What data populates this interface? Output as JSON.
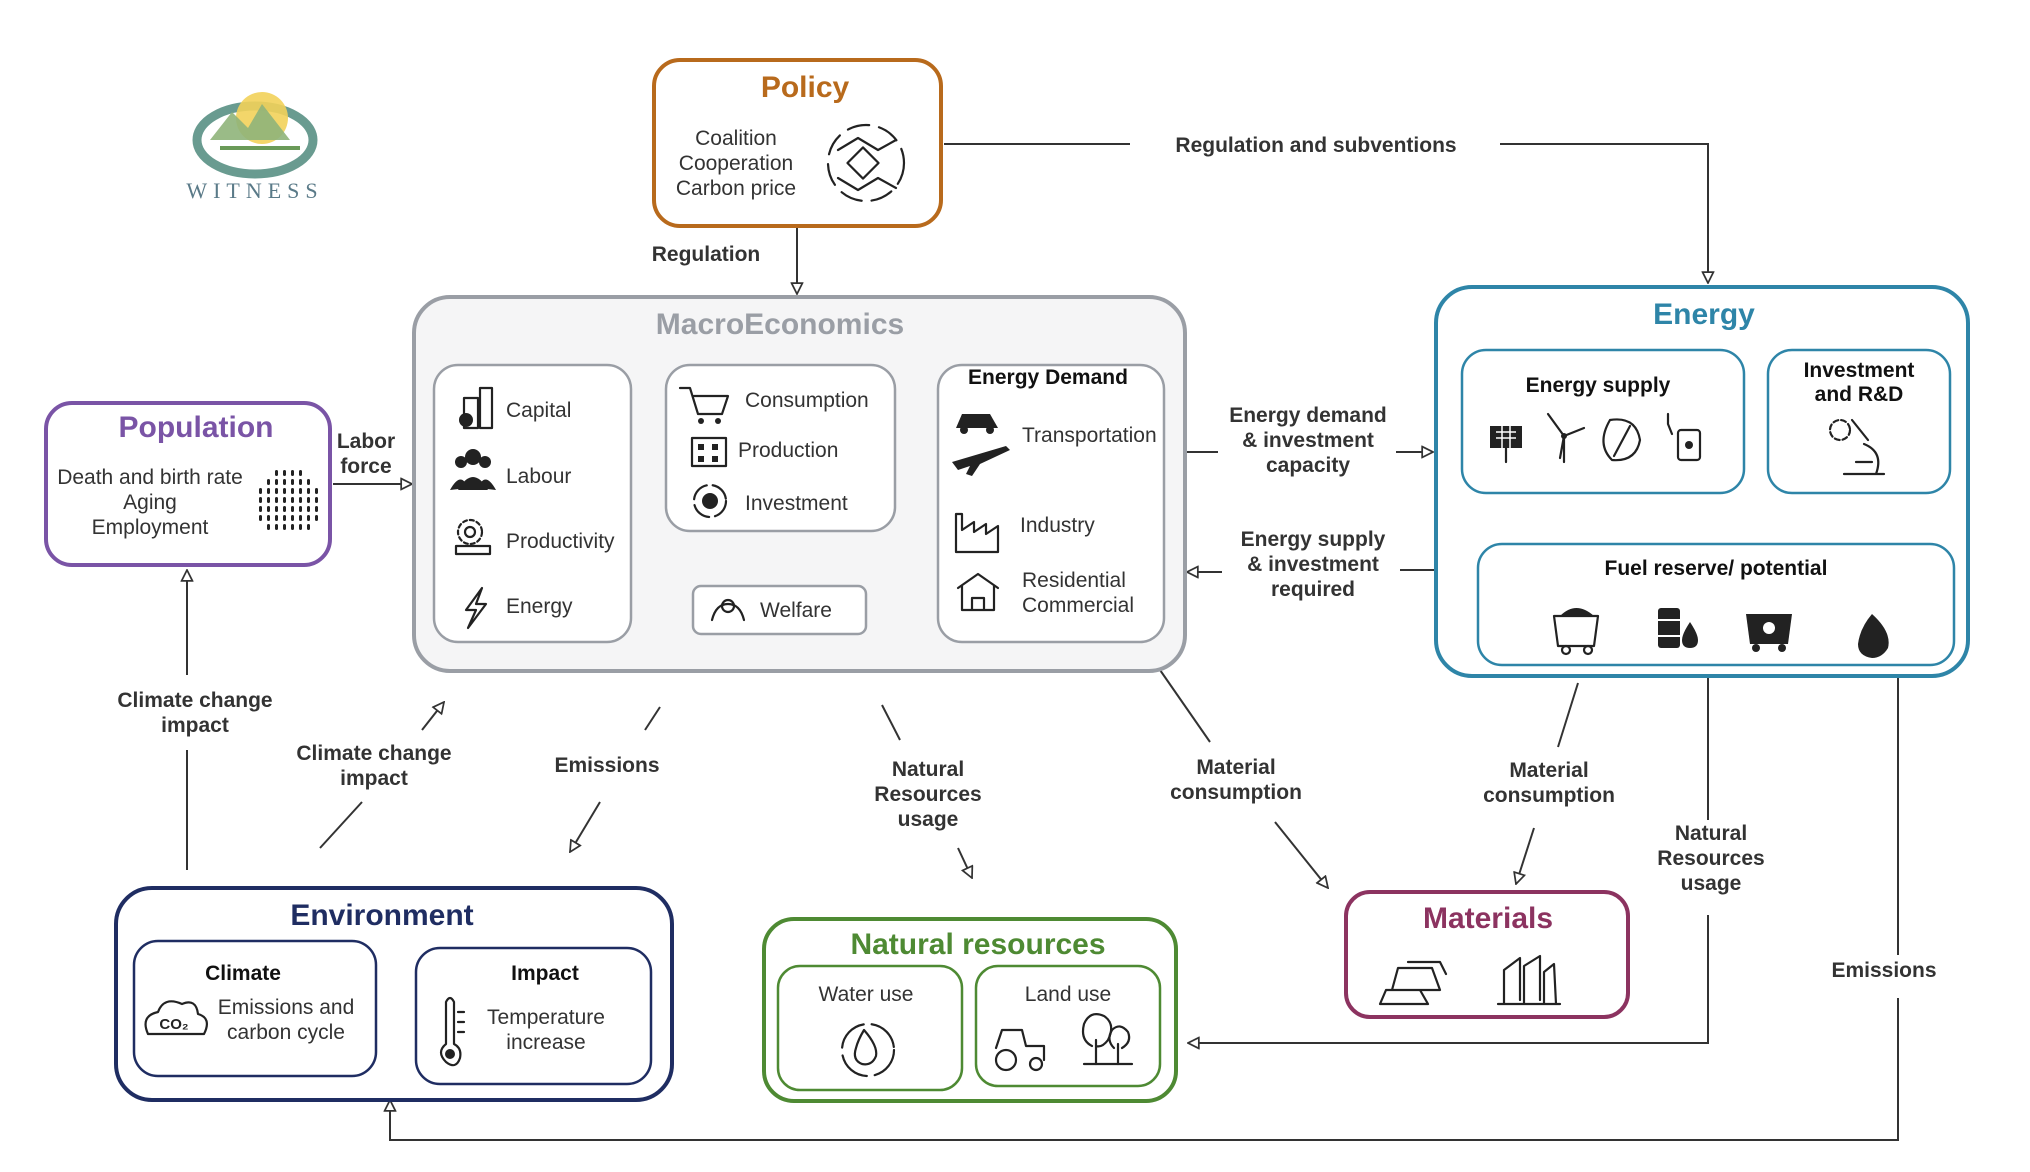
{
  "logo_text": "WITNESS",
  "colors": {
    "policy": "#b86a1c",
    "population": "#7a54a6",
    "macro": "#9a9ea5",
    "energy": "#2e85a8",
    "environment": "#1f2d62",
    "natural": "#4e8a33",
    "materials": "#8c3360"
  },
  "policy": {
    "title": "Policy",
    "items": [
      "Coalition",
      "Cooperation",
      "Carbon price"
    ]
  },
  "population": {
    "title": "Population",
    "items": [
      "Death and birth rate",
      "Aging",
      "Employment"
    ]
  },
  "macro": {
    "title": "MacroEconomics",
    "factors": [
      "Capital",
      "Labour",
      "Productivity",
      "Energy"
    ],
    "activities": [
      "Consumption",
      "Production",
      "Investment"
    ],
    "welfare": "Welfare",
    "demand": {
      "title": "Energy Demand",
      "items": [
        "Transportation",
        "Industry",
        "Residential",
        "Commercial"
      ]
    }
  },
  "energy": {
    "title": "Energy",
    "supply_title": "Energy supply",
    "invest_title": [
      "Investment",
      "and R&D"
    ],
    "fuel_title": "Fuel reserve/ potential"
  },
  "environment": {
    "title": "Environment",
    "climate_title": "Climate",
    "climate_text": [
      "Emissions and",
      "carbon cycle"
    ],
    "impact_title": "Impact",
    "impact_text": [
      "Temperature",
      "increase"
    ],
    "co2": "CO₂"
  },
  "natural": {
    "title": "Natural resources",
    "water": "Water use",
    "land": "Land use"
  },
  "materials": {
    "title": "Materials"
  },
  "flows": {
    "regulation_subventions": "Regulation and subventions",
    "regulation": "Regulation",
    "labor_force": [
      "Labor",
      "force"
    ],
    "energy_demand": [
      "Energy demand",
      "& investment",
      "capacity"
    ],
    "energy_supply": [
      "Energy supply",
      "& investment",
      "required"
    ],
    "climate_impact_pop": [
      "Climate change",
      "impact"
    ],
    "climate_impact_macro": [
      "Climate change",
      "impact"
    ],
    "emissions_macro": "Emissions",
    "natural_usage_macro": [
      "Natural",
      "Resources",
      "usage"
    ],
    "material_macro": [
      "Material",
      "consumption"
    ],
    "material_energy": [
      "Material",
      "consumption"
    ],
    "natural_usage_energy": [
      "Natural",
      "Resources",
      "usage"
    ],
    "emissions_energy": "Emissions"
  }
}
